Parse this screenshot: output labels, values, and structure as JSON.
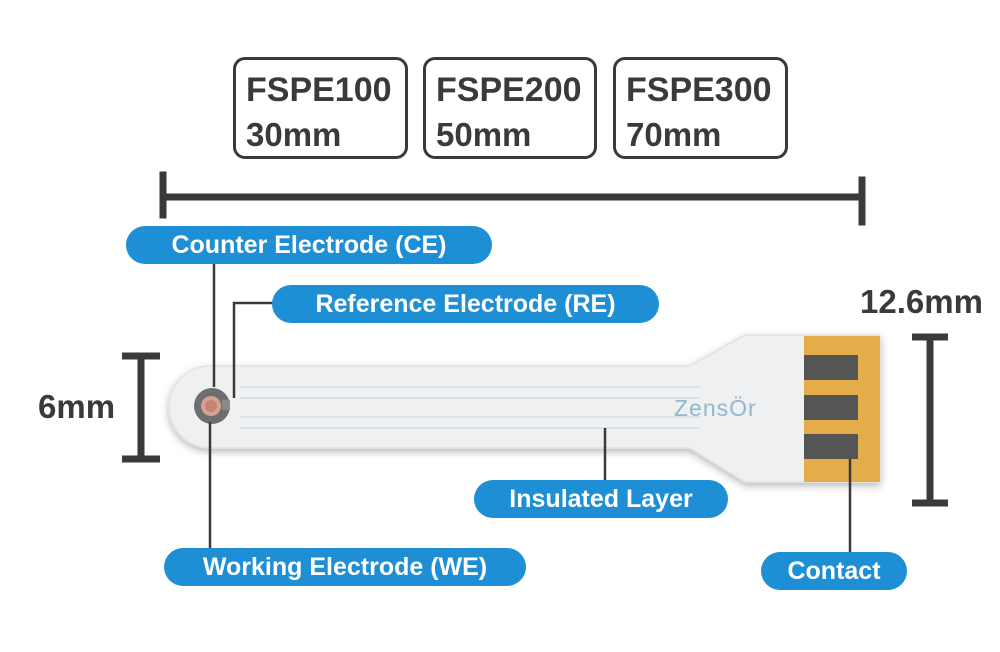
{
  "variants": [
    {
      "model": "FSPE100",
      "length": "30mm"
    },
    {
      "model": "FSPE200",
      "length": "50mm"
    },
    {
      "model": "FSPE300",
      "length": "70mm"
    }
  ],
  "labels": {
    "counter_electrode": "Counter Electrode (CE)",
    "reference_electrode": "Reference Electrode (RE)",
    "working_electrode": "Working Electrode (WE)",
    "insulated_layer": "Insulated Layer",
    "contact": "Contact"
  },
  "dimensions": {
    "width": "6mm",
    "contact_width": "12.6mm"
  },
  "brand": "ZensÖr",
  "colors": {
    "label_pill": "#1e8fd4",
    "strip": "#eef0f1",
    "contact_pad": "#e3ad4a",
    "contact_stripe": "#555555",
    "text_dark": "#3a3a3a",
    "brand_text": "#8fb9cc"
  }
}
